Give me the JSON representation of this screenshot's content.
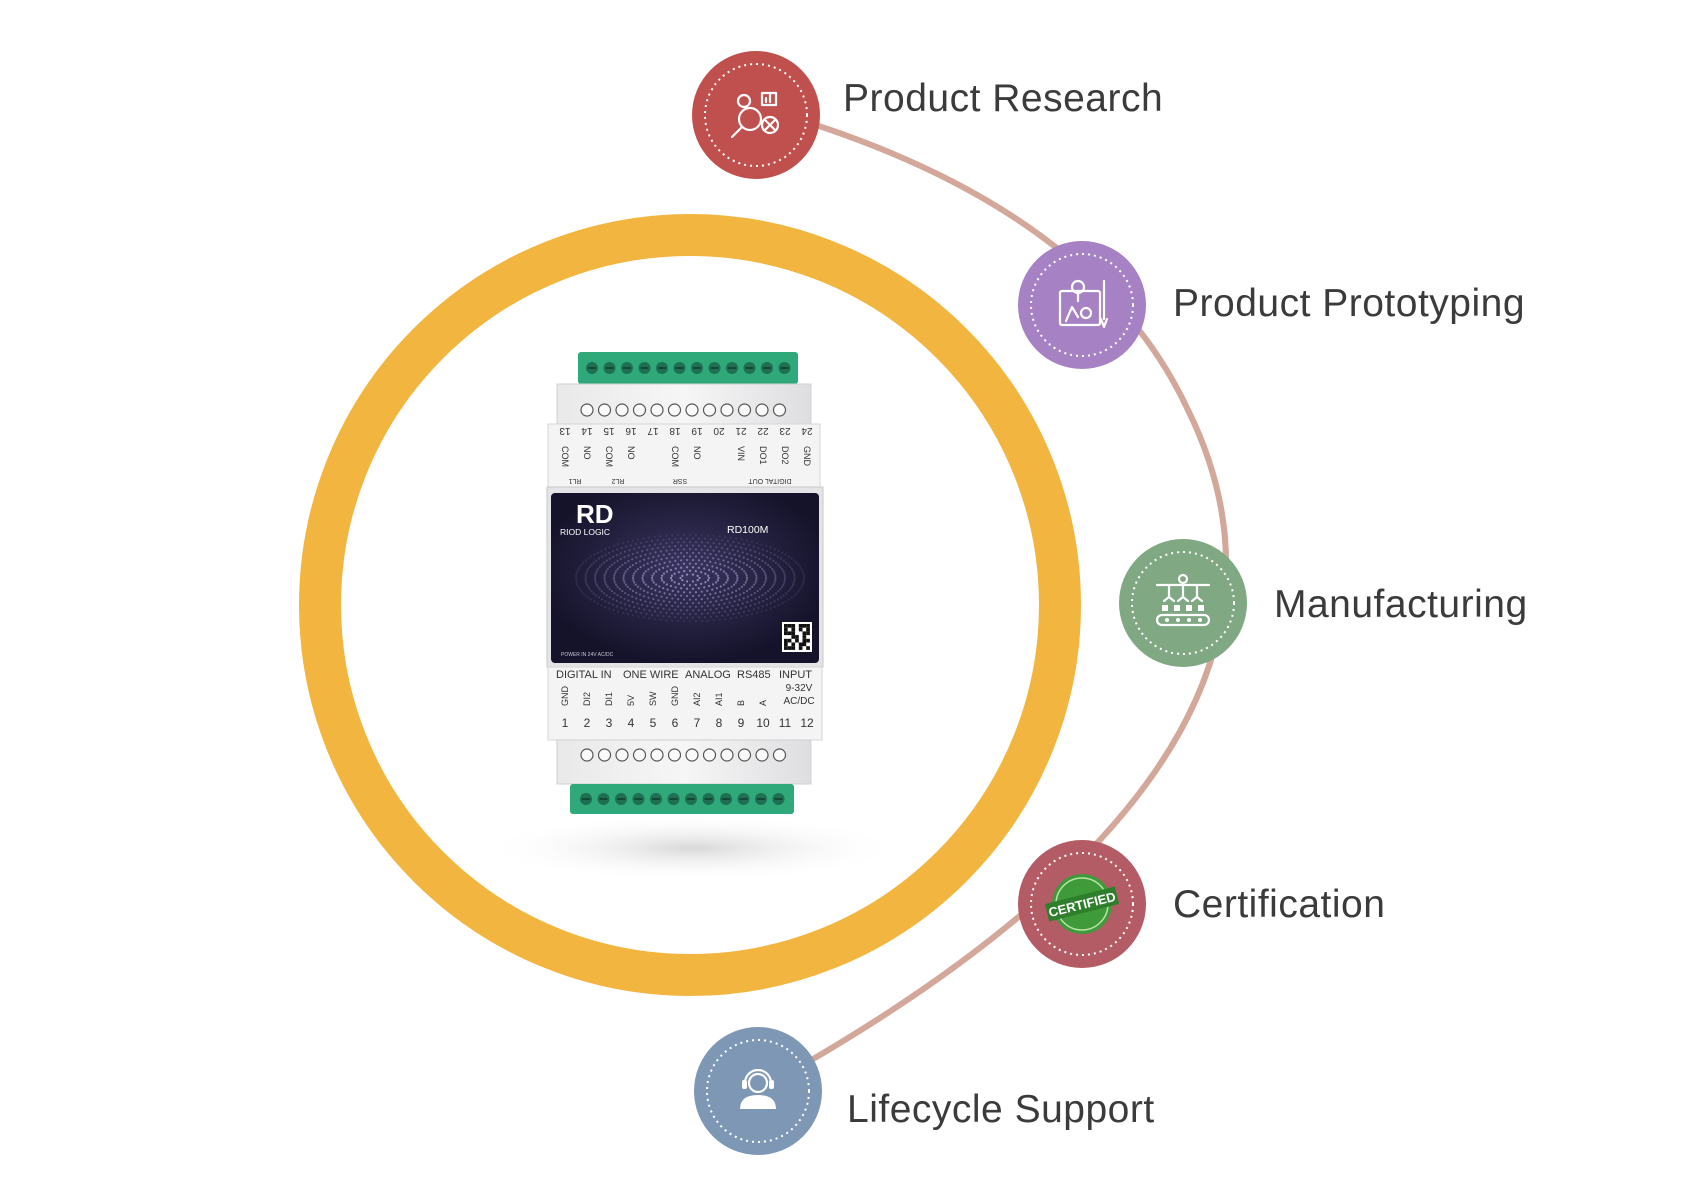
{
  "steps": [
    {
      "id": "research",
      "label": "Product Research",
      "color": "#c0504d",
      "icon": "research-icon"
    },
    {
      "id": "prototyping",
      "label": "Product Prototyping",
      "color": "#a682c4",
      "icon": "prototype-icon"
    },
    {
      "id": "manufacturing",
      "label": "Manufacturing",
      "color": "#80a883",
      "icon": "factory-icon"
    },
    {
      "id": "certification",
      "label": "Certification",
      "color": "#b35c66",
      "icon": "certified-badge-icon"
    },
    {
      "id": "support",
      "label": "Lifecycle Support",
      "color": "#7d97b4",
      "icon": "support-agent-icon"
    }
  ],
  "ring_color": "#f2b540",
  "arc_color": "#d3a89a",
  "device": {
    "brand": "RIOD LOGIC",
    "logo_text": "RD",
    "model": "RD100M",
    "power_note": "POWER IN 24V AC/DC",
    "top_numbers": [
      "13",
      "14",
      "15",
      "16",
      "17",
      "18",
      "19",
      "20",
      "21",
      "22",
      "23",
      "24"
    ],
    "top_signals": [
      "COM",
      "NO",
      "COM",
      "NO",
      "",
      "COM",
      "NO",
      "",
      "VIN",
      "DO1",
      "DO2",
      "GND"
    ],
    "top_groups": [
      "RL1",
      "RL2",
      "SSR",
      "DIGITAL OUT"
    ],
    "bottom_groups": [
      "DIGITAL IN",
      "ONE WIRE",
      "ANALOG",
      "RS485",
      "INPUT"
    ],
    "bottom_signals": [
      "GND",
      "DI2",
      "DI1",
      "5V",
      "SW",
      "GND",
      "AI2",
      "AI1",
      "B",
      "A",
      "9-32V",
      "AC/DC"
    ],
    "bottom_numbers": [
      "1",
      "2",
      "3",
      "4",
      "5",
      "6",
      "7",
      "8",
      "9",
      "10",
      "11",
      "12"
    ],
    "badge_text": "CERTIFIED"
  }
}
